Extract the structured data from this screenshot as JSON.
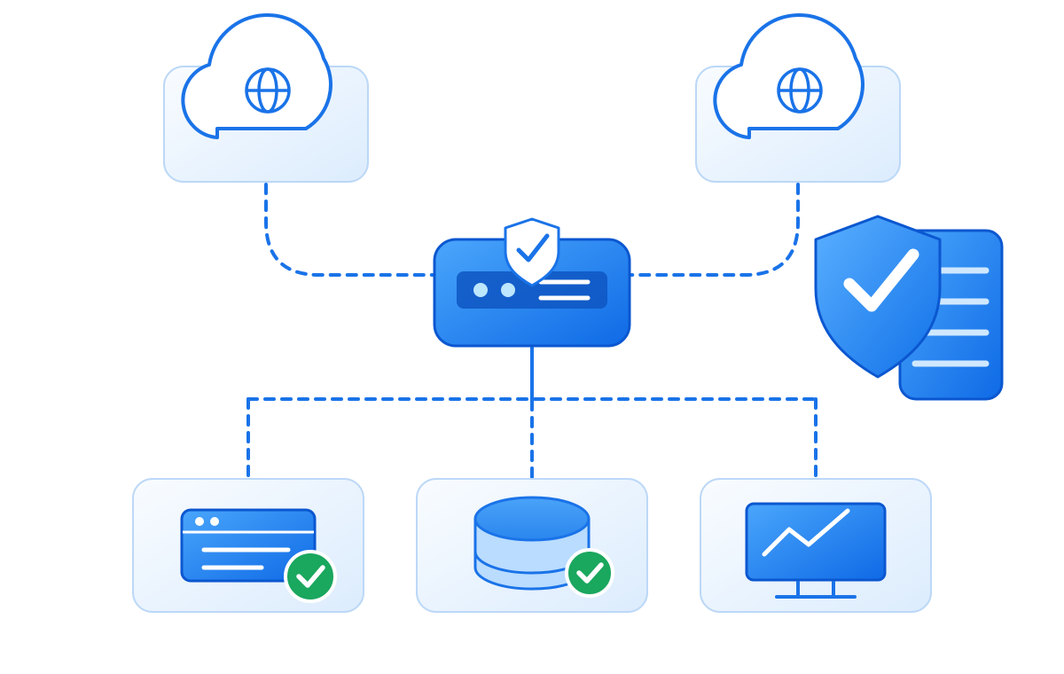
{
  "diagram": {
    "type": "secure-network-architecture",
    "nodes": {
      "cloud_left": {
        "icon": "globe-icon"
      },
      "cloud_right": {
        "icon": "globe-icon"
      },
      "gateway": {
        "icon": "shield-check-icon",
        "indicators": 2,
        "lines": 2
      },
      "security_policy": {
        "icon": "shield-document-icon",
        "lines": 4
      },
      "app_window": {
        "icon": "browser-window-icon",
        "status": "verified"
      },
      "database": {
        "icon": "database-icon",
        "status": "verified"
      },
      "monitor": {
        "icon": "analytics-monitor-icon"
      }
    },
    "colors": {
      "primary": "#1a73e8",
      "primary_dark": "#0b57d0",
      "card_fill_top": "#f7fbff",
      "card_fill_bottom": "#deedff",
      "card_border": "#bcd8f7",
      "success": "#1aa75e",
      "accent_light": "#b8dcff"
    }
  }
}
